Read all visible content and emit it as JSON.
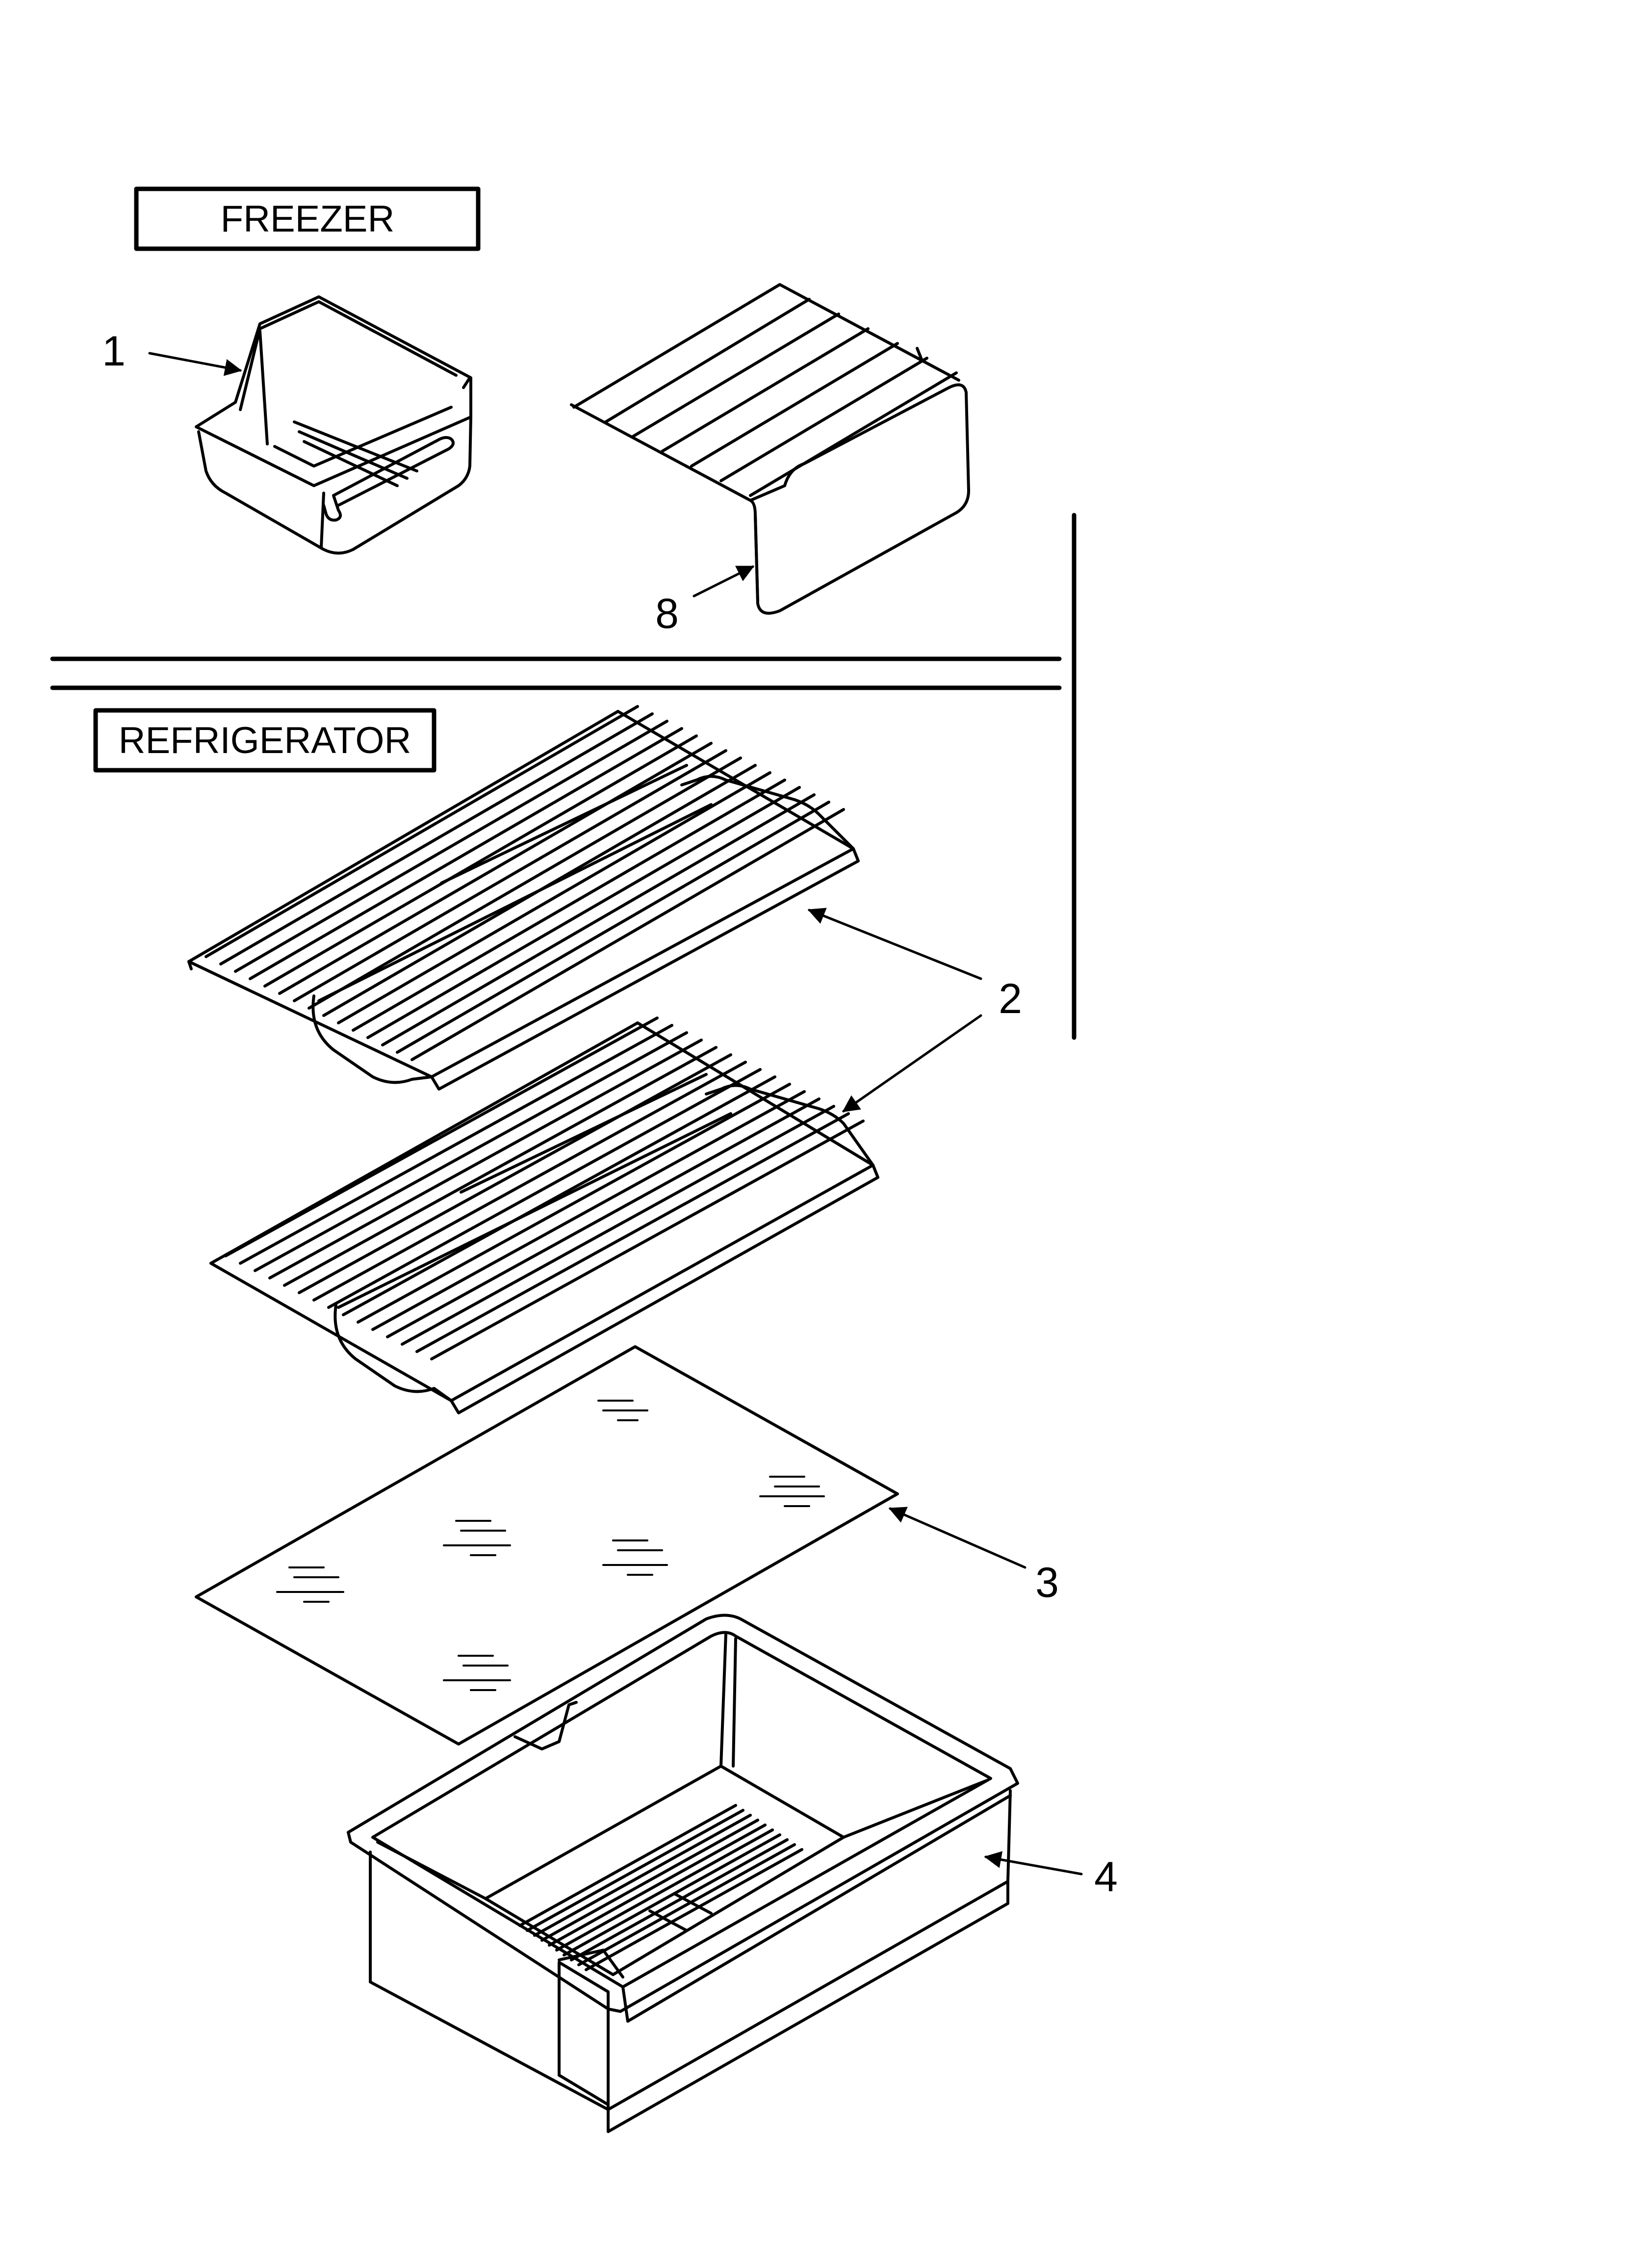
{
  "sections": {
    "freezer": "FREEZER",
    "refrigerator": "REFRIGERATOR"
  },
  "callouts": {
    "basket": "1",
    "shelf": "2",
    "glass": "3",
    "crisper": "4",
    "wire_shelf": "8"
  },
  "colors": {
    "ink": "#000000",
    "background": "#ffffff"
  }
}
